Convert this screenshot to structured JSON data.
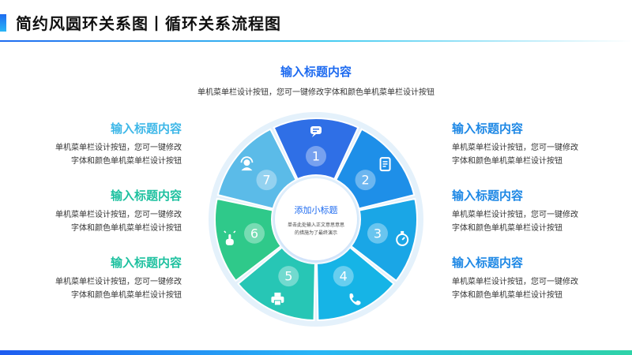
{
  "page_title": "简约风圆环关系图丨循环关系流程图",
  "center": {
    "title": "添加小标题",
    "body_line1": "单击此处输入正文意思意思",
    "body_line2": "的措施为了最终演示"
  },
  "top_block": {
    "title": "输入标题内容",
    "body": "单机菜单栏设计按钮，您可一键修改字体和颜色单机菜单栏设计按钮"
  },
  "left_blocks": [
    {
      "title": "输入标题内容",
      "line1": "单机菜单栏设计按钮，您可一键修改",
      "line2": "字体和颜色单机菜单栏设计按钮"
    },
    {
      "title": "输入标题内容",
      "line1": "单机菜单栏设计按钮，您可一键修改",
      "line2": "字体和颜色单机菜单栏设计按钮"
    },
    {
      "title": "输入标题内容",
      "line1": "单机菜单栏设计按钮，您可一键修改",
      "line2": "字体和颜色单机菜单栏设计按钮"
    }
  ],
  "right_blocks": [
    {
      "title": "输入标题内容",
      "line1": "单机菜单栏设计按钮，您可一键修改",
      "line2": "字体和颜色单机菜单栏设计按钮"
    },
    {
      "title": "输入标题内容",
      "line1": "单机菜单栏设计按钮，您可一键修改",
      "line2": "字体和颜色单机菜单栏设计按钮"
    },
    {
      "title": "输入标题内容",
      "line1": "单机菜单栏设计按钮，您可一键修改",
      "line2": "字体和颜色单机菜单栏设计按钮"
    }
  ],
  "segments": [
    {
      "number": "1",
      "icon": "chat-icon",
      "color": "#2f6fe6"
    },
    {
      "number": "2",
      "icon": "mobile-doc-icon",
      "color": "#1e8fe8"
    },
    {
      "number": "3",
      "icon": "stopwatch-icon",
      "color": "#1aa6e6"
    },
    {
      "number": "4",
      "icon": "phone-icon",
      "color": "#16b4e6"
    },
    {
      "number": "5",
      "icon": "printer-icon",
      "color": "#27c6b5"
    },
    {
      "number": "6",
      "icon": "tap-hand-icon",
      "color": "#2fc98a"
    },
    {
      "number": "7",
      "icon": "headset-user-icon",
      "color": "#5bbbe8"
    }
  ],
  "colors": {
    "accent_blue": "#1e6bf0",
    "accent_teal": "#1fc1a0",
    "accent_lightblue": "#3fb8e8"
  }
}
